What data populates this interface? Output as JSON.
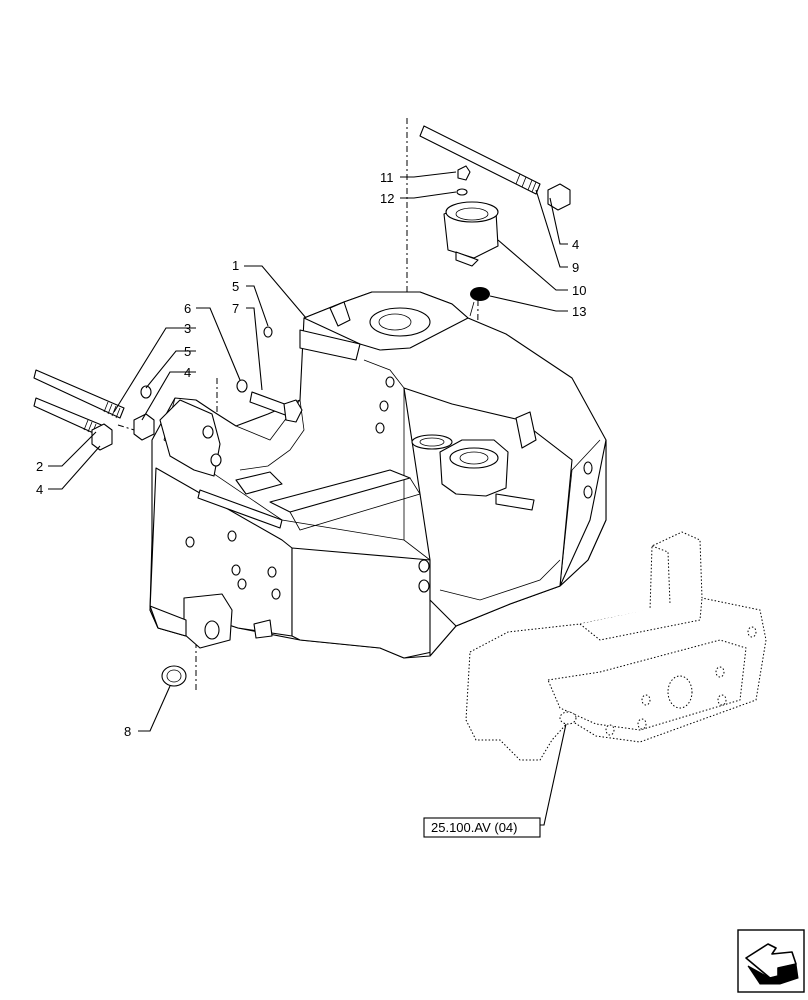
{
  "callouts": [
    {
      "id": "c1",
      "label": "1"
    },
    {
      "id": "c2",
      "label": "2"
    },
    {
      "id": "c3",
      "label": "3"
    },
    {
      "id": "c4a",
      "label": "4"
    },
    {
      "id": "c4b",
      "label": "4"
    },
    {
      "id": "c4c",
      "label": "4"
    },
    {
      "id": "c5a",
      "label": "5"
    },
    {
      "id": "c5b",
      "label": "5"
    },
    {
      "id": "c6",
      "label": "6"
    },
    {
      "id": "c7",
      "label": "7"
    },
    {
      "id": "c8",
      "label": "8"
    },
    {
      "id": "c9",
      "label": "9"
    },
    {
      "id": "c10",
      "label": "10"
    },
    {
      "id": "c11",
      "label": "11"
    },
    {
      "id": "c12",
      "label": "12"
    },
    {
      "id": "c13",
      "label": "13"
    }
  ],
  "reference": {
    "label": "25.100.AV (04)"
  },
  "nav_icon": {
    "name": "next-page-arrow-icon"
  }
}
